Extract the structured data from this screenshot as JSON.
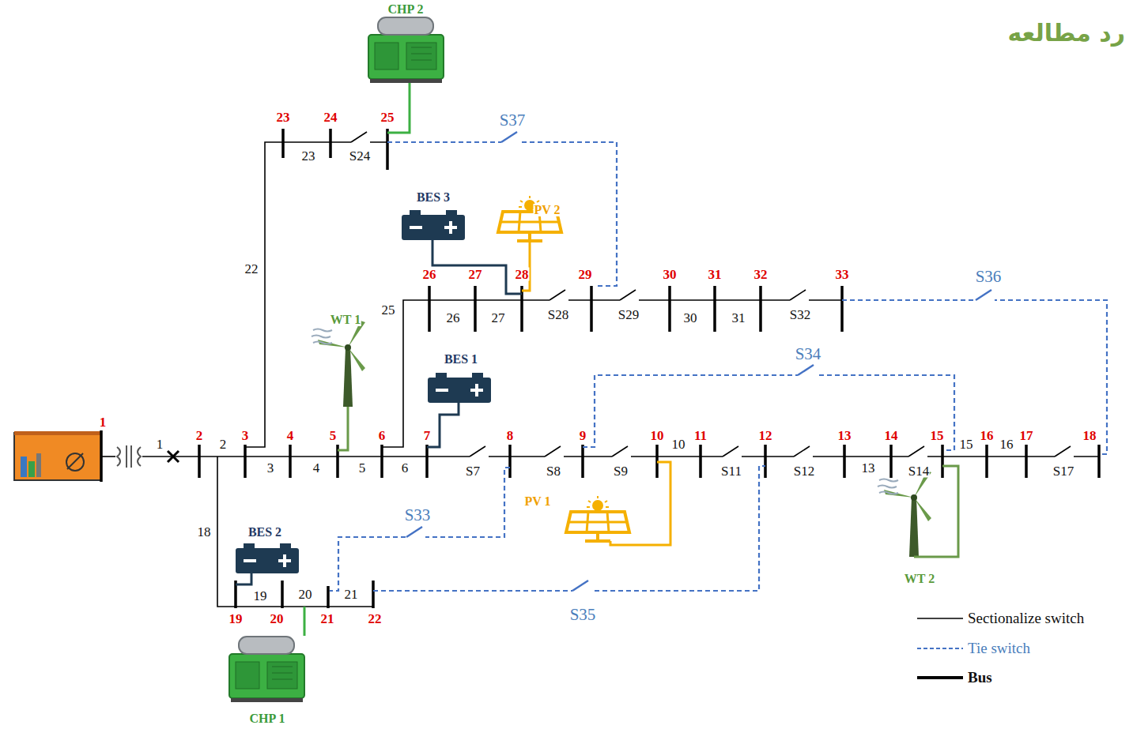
{
  "diagram": {
    "title": "رد مطالعه",
    "labels": [
      "1",
      "2",
      "3",
      "4",
      "5",
      "6",
      "7",
      "8",
      "9",
      "10",
      "11",
      "12",
      "13",
      "14",
      "15",
      "16",
      "17",
      "18",
      "19",
      "20",
      "21",
      "22",
      "23",
      "24",
      "25",
      "26",
      "27",
      "28",
      "29",
      "30",
      "31",
      "32",
      "33",
      "1",
      "2",
      "3",
      "4",
      "5",
      "6",
      "S7",
      "S8",
      "S9",
      "10",
      "S11",
      "S12",
      "13",
      "S14",
      "15",
      "16",
      "S17",
      "18",
      "19",
      "20",
      "21",
      "22",
      "23",
      "S24",
      "25",
      "26",
      "27",
      "S28",
      "S29",
      "30",
      "31",
      "S32",
      "S37",
      "S36",
      "S34",
      "S33",
      "S35",
      "CHP 2",
      "BES 3",
      "PV 2",
      "WT 1",
      "BES 1",
      "PV 1",
      "BES 2",
      "WT 2",
      "CHP 1"
    ],
    "legend": [
      {
        "text": "Sectionalize switch"
      },
      {
        "text": "Tie switch"
      },
      {
        "text": "Bus"
      }
    ]
  }
}
